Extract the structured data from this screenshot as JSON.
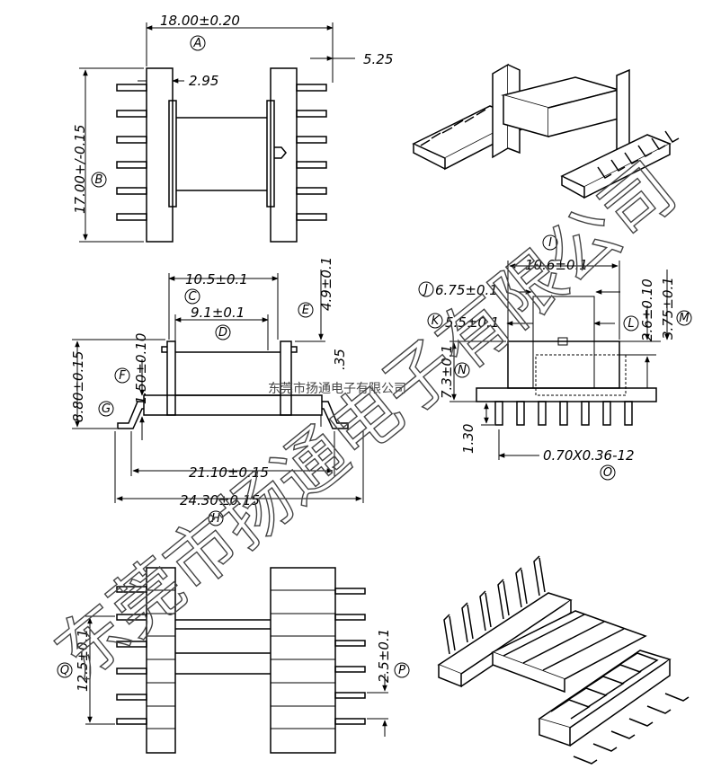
{
  "dimensions": {
    "A": "18.00±0.20",
    "A_right": "5.25",
    "A_mid": "2.95",
    "B": "17.00+/-0.15",
    "C": "10.5±0.1",
    "D": "9.1±0.1",
    "E": "4.9±0.1",
    "F": "1.50±0.10",
    "F_right": ".35",
    "G": "8.80±0.15",
    "H_inner": "21.10±0.15",
    "H": "24.30±0.15",
    "I": "10.6±0.1",
    "J": "6.75±0.1",
    "K": "5.5±0.1",
    "L": "2.6±0.10",
    "M": "3.75±0.1",
    "N": "7.3±0.1",
    "N_low": "1.30",
    "O": "0.70X0.36-12",
    "P": "2.5±0.1",
    "Q": "12.5±0.1"
  },
  "labels": {
    "A": "A",
    "B": "B",
    "C": "C",
    "D": "D",
    "E": "E",
    "F": "F",
    "G": "G",
    "H": "H",
    "I": "I",
    "J": "J",
    "K": "K",
    "L": "L",
    "M": "M",
    "N": "N",
    "O": "O",
    "P": "P",
    "Q": "Q"
  },
  "watermark": {
    "big": "东莞市扬通电子有限公司",
    "small": "东莞市扬通电子有限公司"
  }
}
